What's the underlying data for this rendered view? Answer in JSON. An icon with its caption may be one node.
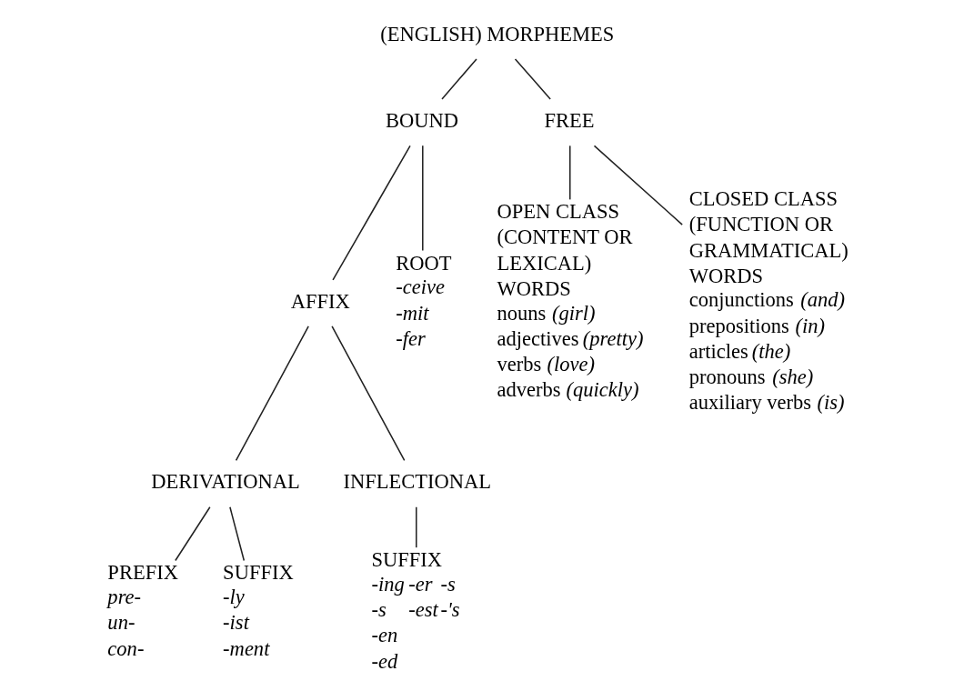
{
  "diagram": {
    "nodes": [
      {
        "text": [
          "(ENGLISH) MORPHEMES"
        ]
      },
      {
        "text": [
          "BOUND"
        ]
      },
      {
        "text": [
          "FREE"
        ]
      },
      {
        "text": [
          "AFFIX"
        ]
      },
      {
        "text": [
          "ROOT",
          "-ceive",
          "-mit",
          "-fer"
        ]
      },
      {
        "text": [
          "OPEN CLASS (CONTENT OR LEXICAL) WORDS",
          "nouns *(girl)*",
          "adjectives *(pretty)*",
          "verbs *(love)*",
          "adverbs *(quickly)*"
        ]
      },
      {
        "text": [
          "CLOSED CLASS (FUNCTION OR GRAMMATICAL) WORDS",
          "conjunctions *(and)*",
          "prepositions *(in)*",
          "articles *(the)*",
          "pronouns *(she)*",
          "auxiliary verbs *(is)*"
        ]
      },
      {
        "text": [
          "DERIVATIONAL"
        ]
      },
      {
        "text": [
          "INFLECTIONAL"
        ]
      },
      {
        "text": [
          "PREFIX",
          "pre-",
          "un-",
          "con-"
        ]
      },
      {
        "text": [
          "SUFFIX",
          "-ly",
          "-ist",
          "-ment"
        ]
      },
      {
        "text": [
          "SUFFIX",
          "-ing",
          "-er",
          "-s",
          "-s",
          "-est",
          "-'s",
          "-en",
          "-ed"
        ]
      }
    ],
    "edges": [
      {
        "from": 0,
        "to": 1,
        "arrow": "none"
      },
      {
        "from": 0,
        "to": 2,
        "arrow": "none"
      },
      {
        "from": 1,
        "to": 3,
        "arrow": "none"
      },
      {
        "from": 1,
        "to": 4,
        "arrow": "none"
      },
      {
        "from": 2,
        "to": 5,
        "arrow": "none"
      },
      {
        "from": 2,
        "to": 6,
        "arrow": "none"
      },
      {
        "from": 3,
        "to": 7,
        "arrow": "none"
      },
      {
        "from": 3,
        "to": 8,
        "arrow": "none"
      },
      {
        "from": 7,
        "to": 9,
        "arrow": "none"
      },
      {
        "from": 7,
        "to": 10,
        "arrow": "none"
      },
      {
        "from": 8,
        "to": 11,
        "arrow": "none"
      }
    ]
  }
}
